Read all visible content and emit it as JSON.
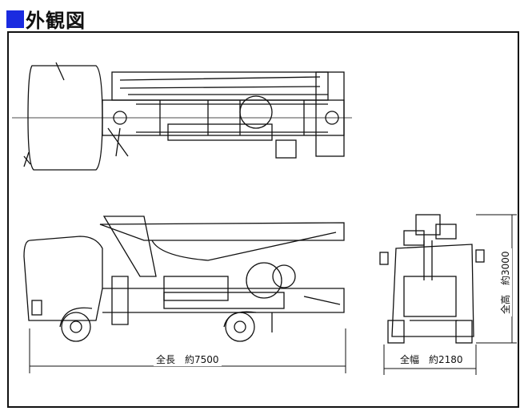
{
  "title": "外観図",
  "dimensions": {
    "length_label": "全長　約7500",
    "width_label": "全幅　約2180",
    "height_label": "全高　約3000"
  },
  "colors": {
    "accent": "#1a2be0",
    "line": "#111111"
  }
}
